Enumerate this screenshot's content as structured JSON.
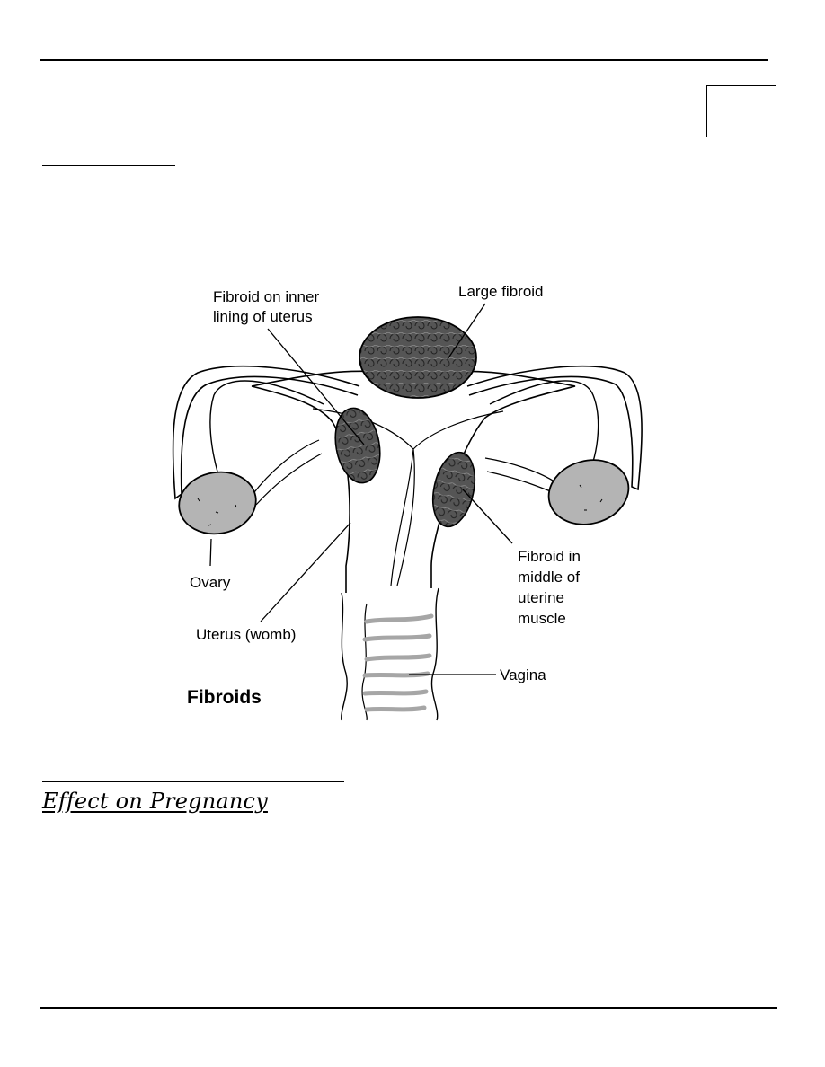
{
  "diagram": {
    "labels": {
      "fibroid_inner_line1": "Fibroid on inner",
      "fibroid_inner_line2": "lining of uterus",
      "large_fibroid": "Large fibroid",
      "ovary": "Ovary",
      "uterus": "Uterus (womb)",
      "fibroid_middle_line1": "Fibroid in",
      "fibroid_middle_line2": "middle of",
      "fibroid_middle_line3": "uterine",
      "fibroid_middle_line4": "muscle",
      "vagina": "Vagina",
      "caption": "Fibroids"
    },
    "colors": {
      "fibroid_fill": "#555555",
      "ovary_fill": "#b4b4b4",
      "vagina_rugae": "#a6a6a6"
    }
  },
  "sections": {
    "effect_heading": "Effect on Pregnancy"
  }
}
